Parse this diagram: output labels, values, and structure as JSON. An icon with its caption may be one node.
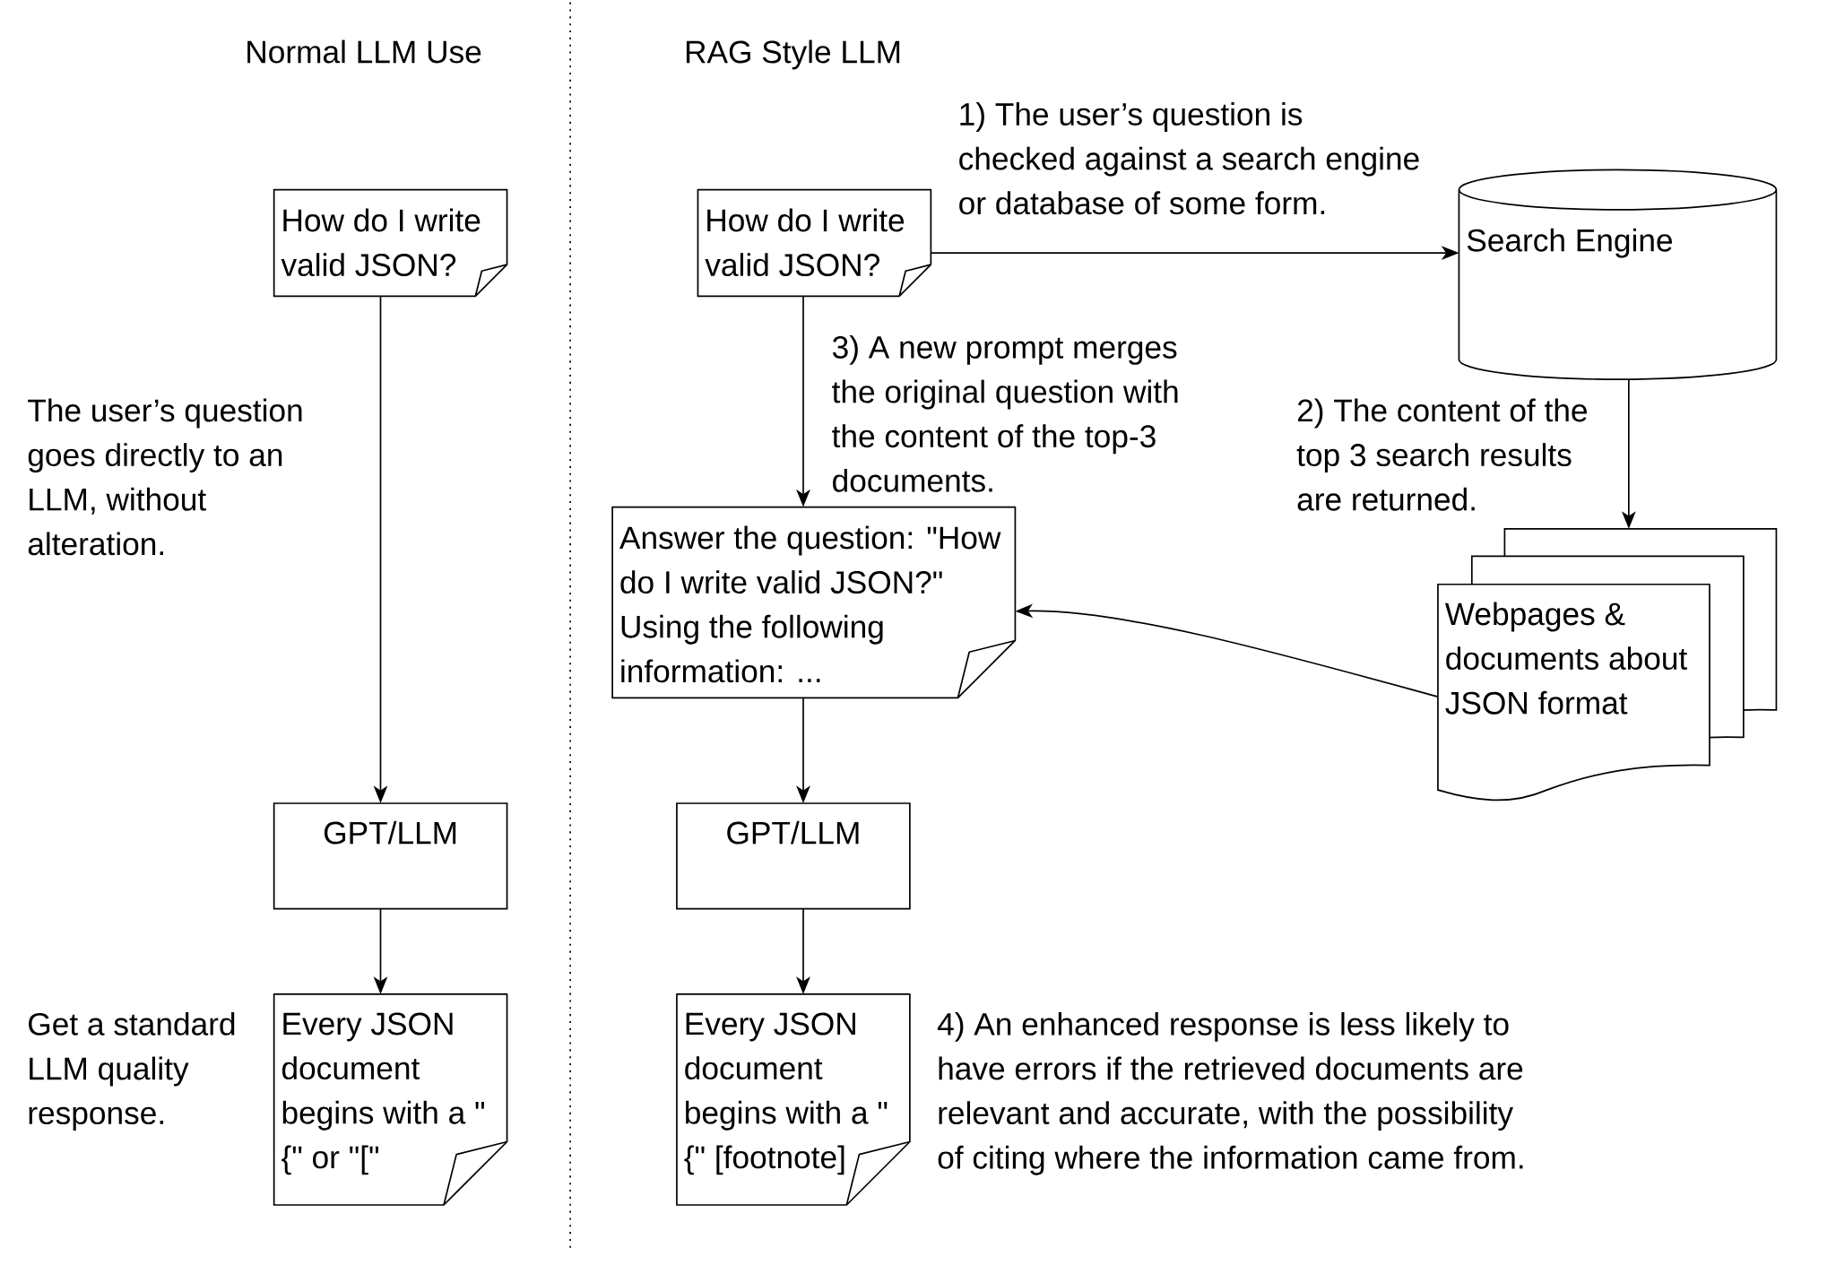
{
  "diagram": {
    "nodes": [
      {
        "text": [
          "How do I write valid JSON?"
        ]
      },
      {
        "text": [
          "GPT/LLM"
        ]
      },
      {
        "text": [
          "Every JSON document begins with a \" {\" or \"[\""
        ],
        "beside": [
          "Get a standard LLM quality response."
        ]
      },
      {
        "text": [
          "How do I write valid JSON?"
        ]
      },
      {
        "text": [
          "Search Engine"
        ]
      },
      {
        "text": [
          "Webpages & documents about JSON format"
        ]
      },
      {
        "text": [
          "Answer the question: \"How do I write valid JSON?\" Using the following information: ..."
        ]
      },
      {
        "text": [
          "GPT/LLM"
        ]
      },
      {
        "text": [
          "Every JSON document begins with a \" {\" [footnote]"
        ],
        "beside": [
          "4) An enhanced response is less likely to have errors if the retrieved documents are relevant and accurate, with the possibility of citing where the information came from."
        ]
      }
    ],
    "edges": [
      {
        "from": 0,
        "to": 1,
        "arrow": "to",
        "label": "The user’s question goes directly to an LLM, without alteration."
      },
      {
        "from": 1,
        "to": 2,
        "arrow": "to"
      },
      {
        "from": 3,
        "to": 4,
        "arrow": "to",
        "label": "1) The user’s question is checked against a search engine or database of some form."
      },
      {
        "from": 4,
        "to": 5,
        "arrow": "to",
        "label": "2) The content of the top 3 search results are returned."
      },
      {
        "from": 3,
        "to": 6,
        "arrow": "to",
        "label": "3) A new prompt merges the original question with the content of the top-3 documents."
      },
      {
        "from": 5,
        "to": 6,
        "arrow": "to"
      },
      {
        "from": 6,
        "to": 7,
        "arrow": "to"
      },
      {
        "from": 7,
        "to": 8,
        "arrow": "to"
      }
    ],
    "labels": [
      "Normal LLM Use",
      "RAG Style LLM"
    ]
  }
}
